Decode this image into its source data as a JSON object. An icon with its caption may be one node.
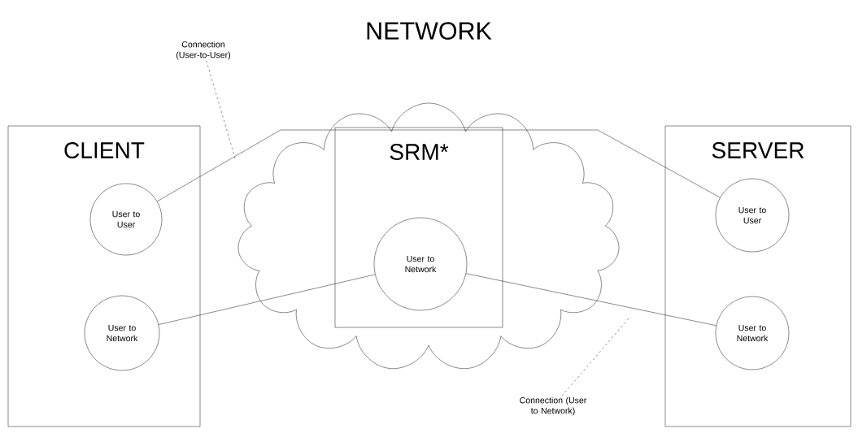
{
  "diagram": {
    "nodes": [
      {
        "text": [
          "NETWORK"
        ]
      },
      {
        "text": [
          "CLIENT"
        ]
      },
      {
        "text": [
          "User to User"
        ],
        "in": 1
      },
      {
        "text": [
          "User to Network"
        ],
        "in": 1
      },
      {
        "text": [
          "SRM*"
        ],
        "in": 0
      },
      {
        "text": [
          "User to Network"
        ],
        "in": 4
      },
      {
        "text": [
          "SERVER"
        ]
      },
      {
        "text": [
          "User to User"
        ],
        "in": 6
      },
      {
        "text": [
          "User to Network"
        ],
        "in": 6
      },
      {
        "text": [
          "Connection (User-to-User)"
        ]
      },
      {
        "text": [
          "Connection (User to Network)"
        ]
      }
    ],
    "edges": [
      {
        "from": 2,
        "to": 7,
        "arrow": "none"
      },
      {
        "from": 3,
        "to": 5,
        "arrow": "none"
      },
      {
        "from": 5,
        "to": 8,
        "arrow": "none"
      },
      {
        "from": 9,
        "to": null,
        "arrow": "none",
        "style": "dashed"
      },
      {
        "from": 10,
        "to": null,
        "arrow": "none",
        "style": "dashed"
      }
    ]
  }
}
